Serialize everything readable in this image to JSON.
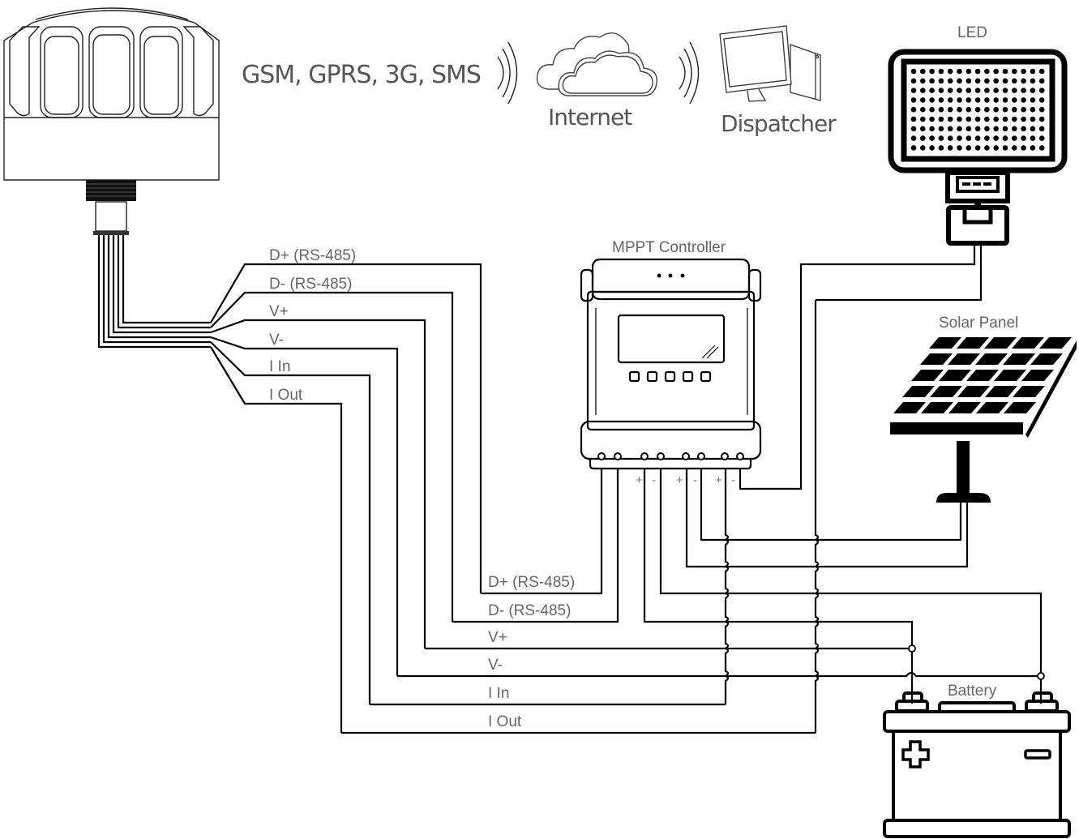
{
  "communication": {
    "protocols_label": "GSM, GPRS, 3G, SMS",
    "internet_label": "Internet",
    "dispatcher_label": "Dispatcher"
  },
  "devices": {
    "led_label": "LED",
    "controller_label": "MPPT Controller",
    "solar_label": "Solar Panel",
    "battery_label": "Battery"
  },
  "tracker_wires": [
    {
      "label": "D+ (RS-485)"
    },
    {
      "label": "D-  (RS-485)"
    },
    {
      "label": "V+"
    },
    {
      "label": "V-"
    },
    {
      "label": "I In"
    },
    {
      "label": "I Out"
    }
  ],
  "controller_wires": [
    {
      "label": "D+ (RS-485)"
    },
    {
      "label": "D-  (RS-485)"
    },
    {
      "label": "V+"
    },
    {
      "label": "V-"
    },
    {
      "label": "I In"
    },
    {
      "label": "I Out"
    }
  ],
  "terminal_polarity": [
    "+",
    "-",
    "+",
    "-",
    "+",
    "-"
  ],
  "battery_symbols": {
    "positive": "+",
    "negative": "−"
  }
}
